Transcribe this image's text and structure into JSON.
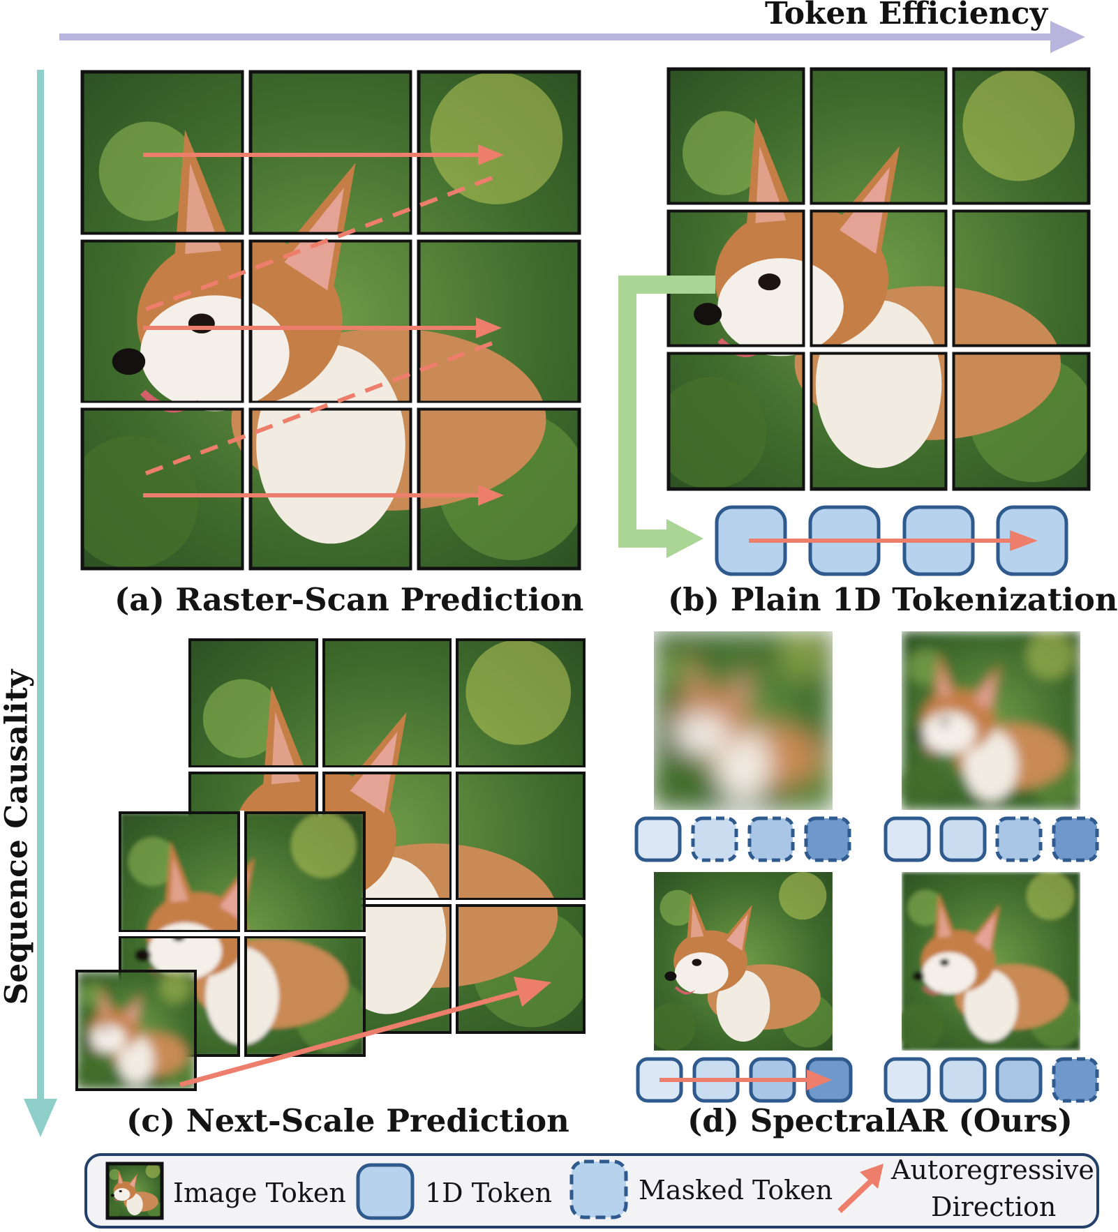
{
  "axes": {
    "horizontal_label": "Token Efficiency",
    "vertical_label": "Sequence Causality"
  },
  "panels": {
    "a": {
      "caption": "(a) Raster-Scan Prediction"
    },
    "b": {
      "caption": "(b) Plain 1D Tokenization"
    },
    "c": {
      "caption": "(c) Next-Scale Prediction"
    },
    "d": {
      "caption": "(d) SpectralAR (Ours)"
    }
  },
  "legend": {
    "image_token": "Image Token",
    "token_1d": "1D Token",
    "masked_token": "Masked Token",
    "autoregressive_line1": "Autoregressive",
    "autoregressive_line2": "Direction"
  },
  "colors": {
    "efficiency_arrow": "#b9b4dd",
    "causality_arrow": "#8fcfca",
    "ar_arrow": "#ee7e6c",
    "flow_arrow": "#a9d595",
    "token_fill": "#b7d2ec",
    "token_stroke": "#2f5a8e",
    "legend_border": "#23406b"
  }
}
